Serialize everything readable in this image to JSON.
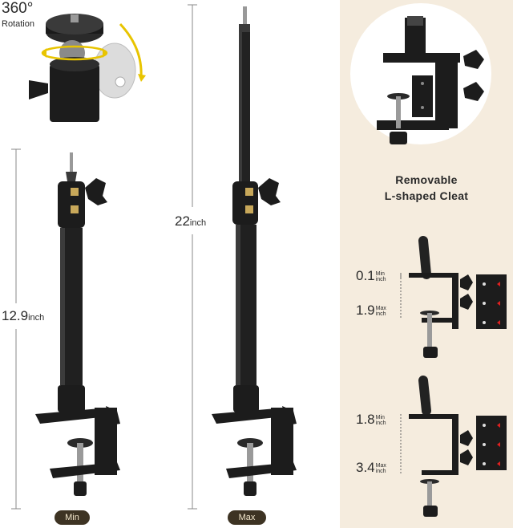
{
  "rotation": {
    "value": "360°",
    "label": "Rotation"
  },
  "min_stand": {
    "height_value": "12.9",
    "height_unit": "inch",
    "label": "Min"
  },
  "max_stand": {
    "height_value": "22",
    "height_unit": "inch",
    "label": "Max"
  },
  "cleat": {
    "line1": "Removable",
    "line2": "L-shaped Cleat"
  },
  "clamp_top": {
    "opening": {
      "value": "0.1",
      "qualifier": "Min",
      "unit": "inch"
    },
    "thickness": {
      "value": "1.9",
      "qualifier": "Max",
      "unit": "inch"
    }
  },
  "clamp_bottom": {
    "opening": {
      "value": "1.8",
      "qualifier": "Min",
      "unit": "inch"
    },
    "thickness": {
      "value": "3.4",
      "qualifier": "Max",
      "unit": "inch"
    }
  },
  "colors": {
    "panel": "#f5ecde",
    "pill": "#3d3323",
    "pill_text": "#f3e7cc",
    "arrow": "#e8c400",
    "metal": "#1c1c1c"
  }
}
